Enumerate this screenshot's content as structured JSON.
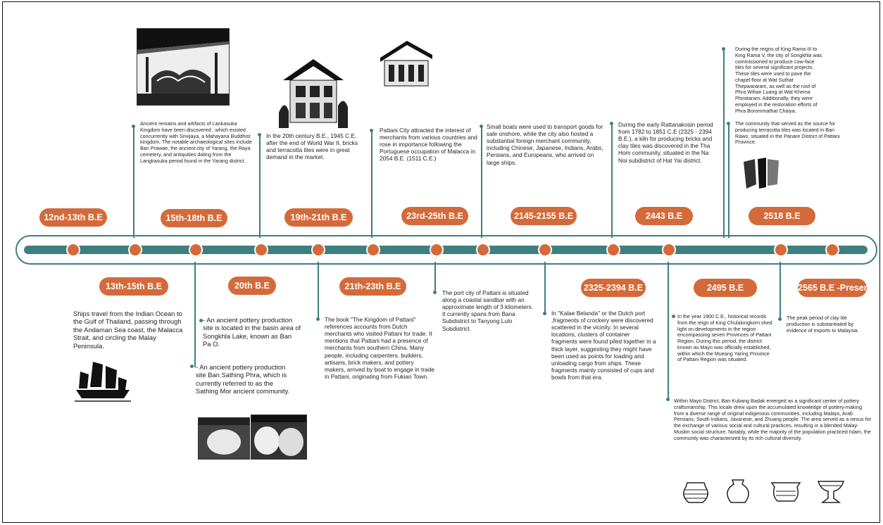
{
  "eras": [
    {
      "label": "12nd-13th  B.E"
    },
    {
      "label": "13th-15th B.E"
    },
    {
      "label": "15th-18th B.E"
    },
    {
      "label": "20th B.E"
    },
    {
      "label": "19th-21th B.E"
    },
    {
      "label": "21th-23th B.E"
    },
    {
      "label": "23rd-25th B.E"
    },
    {
      "label": "2145-2155 B.E"
    },
    {
      "label": "2325-2394 B.E"
    },
    {
      "label": "2443 B.E"
    },
    {
      "label": "2495 B.E"
    },
    {
      "label": "2518 B.E"
    },
    {
      "label": "2565 B.E -Present"
    }
  ],
  "notes": {
    "ships": "Ships travel from the Indian Ocean to the Gulf of Thailand, passing through the Andaman Sea coast, the Malacca Strait, and circling the Malay Peninsula.",
    "lankasuka": "Ancient remains and artifacts of Lankasuka Kingdom have been discovered , which existed concurrently with Srivijaya, a Mahayana Buddhist kingdom. The notable archaeological sites include Ban Prawae, the ancient city of Yarang, the Raya cemetery, and antiquities dating from the Langkasuka period found in the Yarang district.",
    "banpao": "- An ancient pottery production site is located in the basin area of Songkhla Lake, known as Ban Pa O.",
    "sathing": "- An ancient pottery production site Ban Sathing Phra, which is currently referred to as the Sathing Mor ancient community.",
    "ww2": "In the 20th century B.E., 1945 C.E. after the end of World War II, bricks and terracotta tiles were in great demand in the market.",
    "kingdom": "The book \"The Kingdom of Pattani\" references accounts from Dutch merchants who visited Pattani for trade. It mentions that Pattani had a presence of merchants from southern China. Many people, including carpenters, builders, artisans, brick makers, and pottery makers, arrived by boat to engage in trade in Pattani, originating from Fukian Town.",
    "malacca": "Pattani City attracted the interest of merchants from various countries and rose in importance following the Portuguese occupation of Malacca in 2054 B.E. (1511 C.E.)",
    "port": "The port city of Pattani is situated along a coastal sandbar with an approximate length of 3 kilometers. It currently spans from Bana Subdistrict to Tanyong Lulo Subdistrict.",
    "boats": "Small boats were used to transport goods for sale onshore, while the city also hosted a substantial foreign merchant community, including Chinese, Japanese, Indians, Arabs, Persians, and Europeans, who arrived on large ships.",
    "kalae": "In  \"Kalae Belanda\" or the Dutch port ,fragments of crockery were discovered scattered in the vicinity. In several locations, clusters of container fragments were found piled together in a thick layer, suggesting they might have been used as points for loading and unloading cargo from ships. These fragments mainly consisted of cups and bowls from that era.",
    "kiln": "During the early Rattanakosin period from 1782 to 1851 C.E (2325 - 2394 B.E.), a kiln for producing bricks and clay tiles was discovered in the Tha Hom community, situated in the Na Noi subdistrict of Hat Yai district.",
    "y1900": "In the year 1900 C.E., historical records from the reign of King Chulalongkorn shed light on developments in the region encompassing seven Provinces of Pattani Region. During this period, the district known as Mayo was officially established, within which the Mueang Yaring Province of Pattani Region was situated.",
    "mayo": "Within Mayo District, Ban Kubang Badak emerged as a significant center of pottery craftsmanship. This locale drew upon the accumulated knowledge of pottery-making from a diverse range of original indigenous communities, including Malays, Arab Persians, South Indians, Javanese, and Zhuang people. The area served as a nexus for the exchange of various social and cultural practices, resulting in a blended Malay-Muslim social structure. Notably, while the majority of the population practiced Islam, the community was characterized by its rich cultural diversity.",
    "songkhla": "During the reigns of King Rama III to King Rama V, the city of Songkhla was commissioned to produce cow-face tiles for several significant projects. These tiles were used to pave the chapel floor at Wat Suthat Thepwararam, as well as the roof of Phra Wihan Luang at Wat Khema Phirataram. Additionally, they were employed in the restoration efforts of Phra Borommathat Chaiya.",
    "rawo": "The community that served as the source for producing terracotta tiles was located in Ban Rawo, situated in the Panare District of Pattani Province.",
    "peak": "The peak period of clay tile production is substantiated by evidence of exports to Malaysia."
  }
}
